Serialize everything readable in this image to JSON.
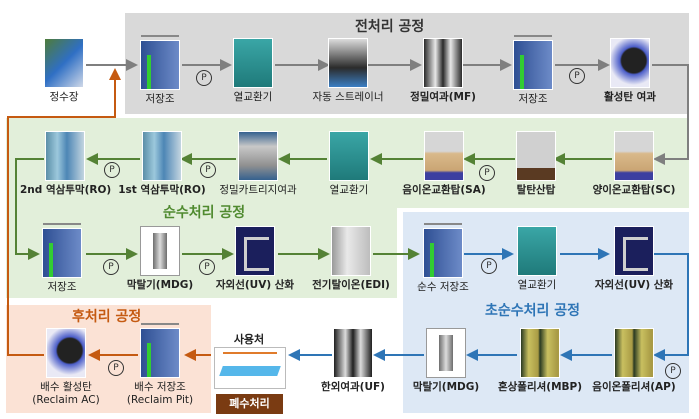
{
  "regions": {
    "pretreatment": {
      "title": "전처리 공정",
      "color": "#d9d9d9",
      "title_color": "#333333"
    },
    "pure_water": {
      "title": "순수처리 공정",
      "color": "#e2efda",
      "title_color": "#4f8a2f"
    },
    "ultrapure_water": {
      "title": "초순수처리 공정",
      "color": "#dde8f5",
      "title_color": "#2e75b6"
    },
    "post_treatment": {
      "title": "후처리 공정",
      "color": "#fbe2d5",
      "title_color": "#c55a11"
    }
  },
  "flow_colors": {
    "pretreatment": "#7f7f7f",
    "pure_water": "#548235",
    "ultrapure_water": "#2e75b6",
    "post_treatment": "#c55a11"
  },
  "pump_label": "P",
  "nodes": {
    "water_plant": "정수장",
    "pre_tank": "저장조",
    "pre_hx": "열교환기",
    "auto_strainer": "자동 스트레이너",
    "mf": "정밀여과(MF)",
    "pre_tank2": "저장조",
    "ac_filter": "활성탄 여과",
    "sc": "양이온교환탑(SC)",
    "degasifier": "탈탄산탑",
    "sa": "음이온교환탑(SA)",
    "pure_hx": "열교환기",
    "cartridge": "정밀카트리지여과",
    "ro1": "1st 역삼투막(RO)",
    "ro2": "2nd 역삼투막(RO)",
    "pure_tank": "저장조",
    "mdg": "막탈기(MDG)",
    "uv": "자외선(UV) 산화",
    "edi": "전기탈이온(EDI)",
    "up_tank": "순수 저장조",
    "up_hx": "열교환기",
    "up_uv": "자외선(UV) 산화",
    "ap": "음이온폴리셔(AP)",
    "mbp": "혼상폴리셔(MBP)",
    "up_mdg": "막탈기(MDG)",
    "uf": "한외여과(UF)",
    "usage": "사용처",
    "wastewater": "폐수처리",
    "reclaim_pit": "배수 저장조",
    "reclaim_pit_en": "(Reclaim Pit)",
    "reclaim_ac": "배수 활성탄",
    "reclaim_ac_en": "(Reclaim AC)"
  }
}
